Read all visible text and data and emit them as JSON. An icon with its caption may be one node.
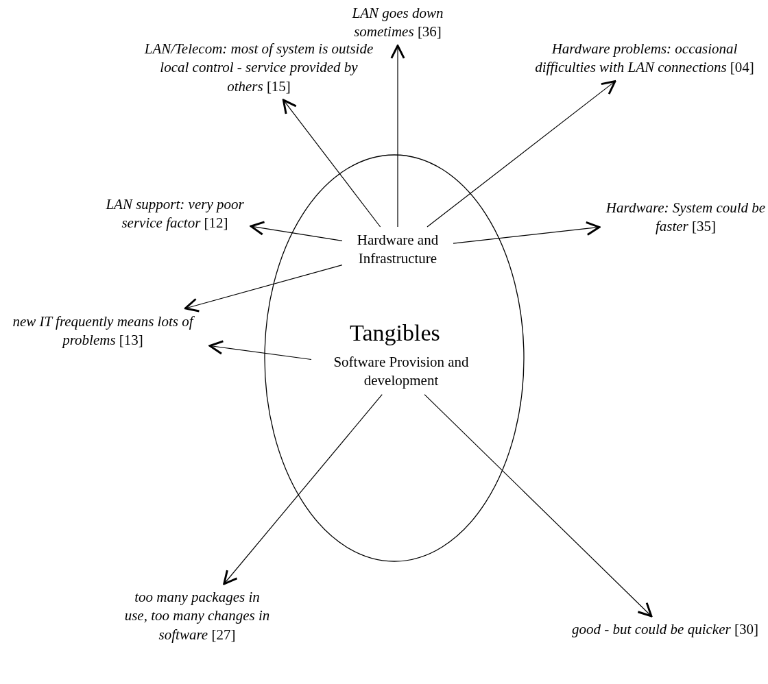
{
  "diagram": {
    "nodes": [
      {
        "text": [
          "Tangibles"
        ]
      },
      {
        "text": [
          "Hardware and Infrastructure"
        ],
        "in": 0
      },
      {
        "text": [
          "Software Provision and development"
        ],
        "in": 0
      },
      {
        "text": [
          "*LAN/Telecom: most of system is outside local control - service provided by others* [15]"
        ]
      },
      {
        "text": [
          "*LAN goes down sometimes* [36]"
        ]
      },
      {
        "text": [
          "*Hardware problems: occasional difficulties with LAN connections* [04]"
        ]
      },
      {
        "text": [
          "*LAN support: very poor service factor* [12]"
        ]
      },
      {
        "text": [
          "*Hardware: System could be faster* [35]"
        ]
      },
      {
        "text": [
          "*new IT frequently means lots of problems* [13]"
        ]
      },
      {
        "text": [
          "*too many packages in use, too many changes in software* [27]"
        ]
      },
      {
        "text": [
          "*good - but could be quicker* [30]"
        ]
      }
    ],
    "edges": [
      {
        "from": 1,
        "to": 3,
        "arrow": "to"
      },
      {
        "from": 1,
        "to": 4,
        "arrow": "to"
      },
      {
        "from": 1,
        "to": 5,
        "arrow": "to"
      },
      {
        "from": 1,
        "to": 6,
        "arrow": "to"
      },
      {
        "from": 1,
        "to": 7,
        "arrow": "to"
      },
      {
        "from": 1,
        "to": 8,
        "arrow": "to"
      },
      {
        "from": 2,
        "to": 8,
        "arrow": "to"
      },
      {
        "from": 2,
        "to": 9,
        "arrow": "to"
      },
      {
        "from": 2,
        "to": 10,
        "arrow": "to"
      }
    ]
  }
}
